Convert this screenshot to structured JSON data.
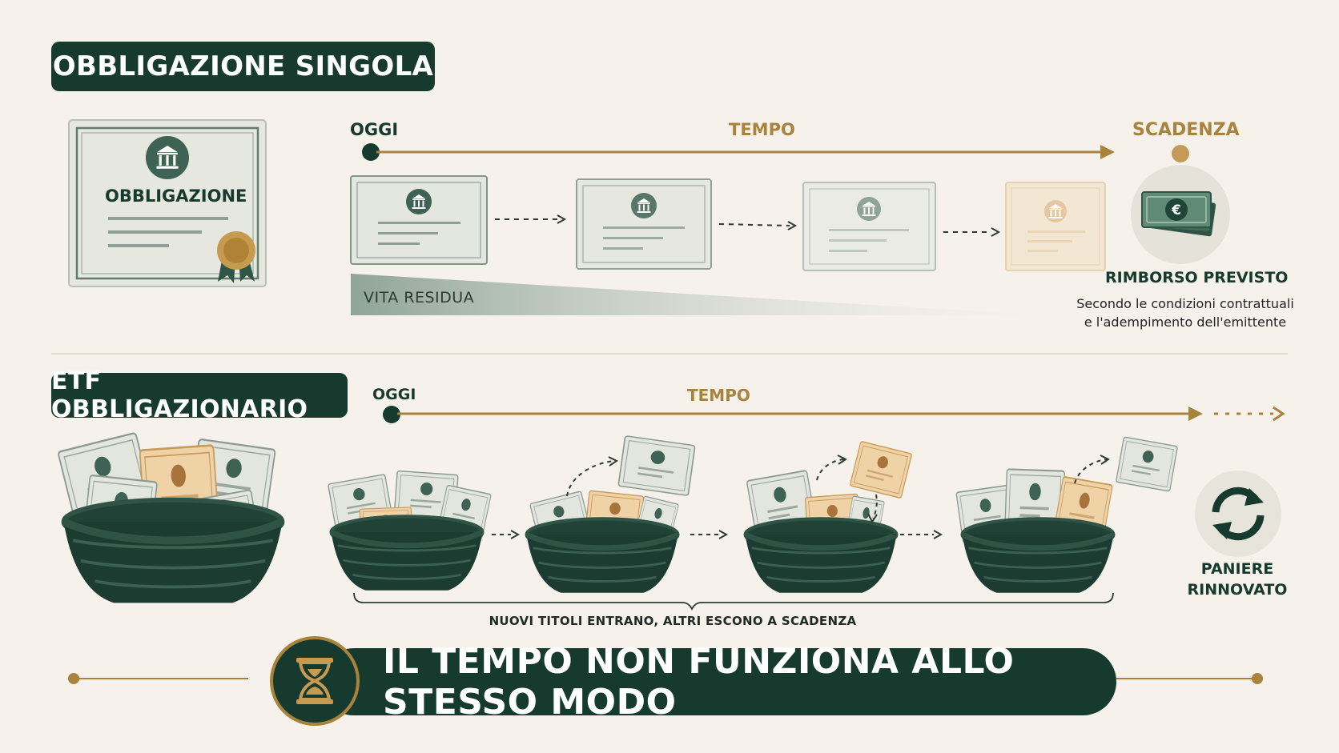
{
  "single": {
    "header": "OBBLIGAZIONE SINGOLA",
    "certificate_title": "OBBLIGAZIONE",
    "timeline": {
      "start": "OGGI",
      "middle": "TEMPO",
      "end": "SCADENZA"
    },
    "vita_residua": "VITA RESIDUA",
    "rimborso": {
      "title": "RIMBORSO PREVISTO",
      "note_line1": "Secondo le condizioni contrattuali",
      "note_line2": "e l'adempimento dell'emittente"
    },
    "icons": [
      "bank-icon",
      "seal-ribbon-icon",
      "euro-banknotes-icon"
    ]
  },
  "etf": {
    "header": "ETF OBBLIGAZIONARIO",
    "timeline": {
      "start": "OGGI",
      "middle": "TEMPO"
    },
    "brace_caption": "NUOVI TITOLI ENTRANO, ALTRI ESCONO A SCADENZA",
    "paniere_line1": "PANIERE",
    "paniere_line2": "RINNOVATO",
    "icons": [
      "basket-icon",
      "refresh-icon"
    ]
  },
  "banner": {
    "text": "IL TEMPO NON FUNZIONA ALLO STESSO MODO",
    "icon": "hourglass-icon"
  },
  "colors": {
    "dark_green": "#163a2e",
    "gold": "#a9823c",
    "background": "#f6f2eb",
    "paper": "#e9e8de",
    "peach": "#edcf9f"
  }
}
